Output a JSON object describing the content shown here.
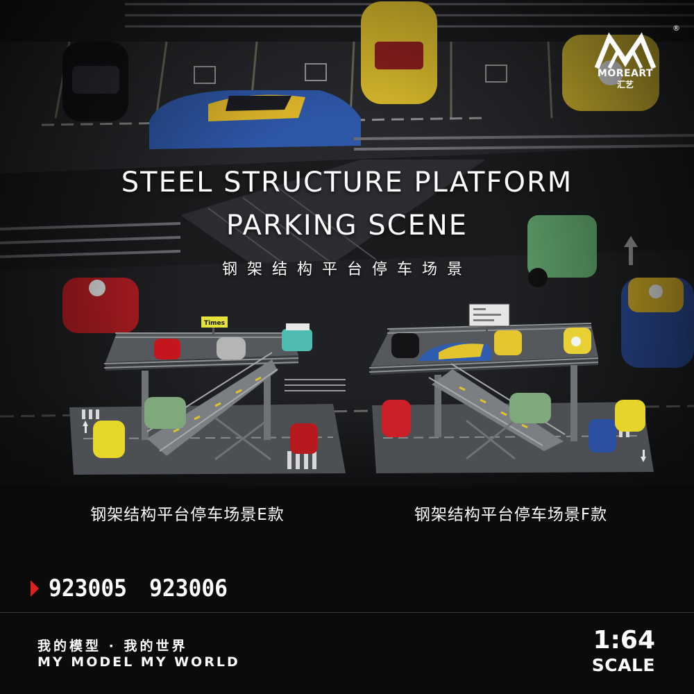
{
  "brand": {
    "name": "MOREART",
    "name_cn": "汇艺",
    "registered_mark": "®"
  },
  "hero": {
    "title_line1": "STEEL STRUCTURE PLATFORM",
    "title_line2": "PARKING SCENE",
    "title_cn": "钢架结构平台停车场景"
  },
  "products": [
    {
      "caption": "钢架结构平台停车场景E款",
      "sign_text": "Times"
    },
    {
      "caption": "钢架结构平台停车场景F款"
    }
  ],
  "item_codes": [
    "923005",
    "923006"
  ],
  "footer": {
    "slogan_cn": "我的模型 · 我的世界",
    "slogan_en": "MY MODEL MY WORLD",
    "scale": "1:64",
    "scale_label": "SCALE"
  },
  "colors": {
    "background": "#0c0c0d",
    "accent_red": "#e02020",
    "text": "#ffffff"
  }
}
